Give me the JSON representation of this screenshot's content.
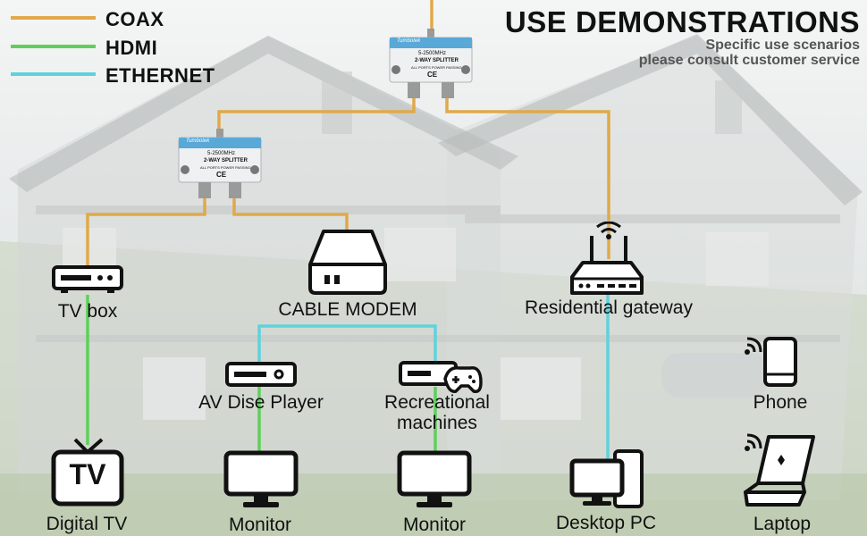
{
  "title": "USE DEMONSTRATIONS",
  "subtitle_line1": "Specific use scenarios",
  "subtitle_line2": "please consult customer service",
  "legend": [
    {
      "label": "COAX",
      "color": "#e0a94a"
    },
    {
      "label": "HDMI",
      "color": "#5ed05a"
    },
    {
      "label": "ETHERNET",
      "color": "#5fd2dc"
    }
  ],
  "splitter": {
    "brand": "Tumbotek",
    "freq": "5-2500MHz",
    "model": "2-WAY SPLITTER",
    "note": "ALL PORTS POWER PASSING",
    "mark": "CE"
  },
  "devices": {
    "tv_box": "TV box",
    "cable_modem": "CABLE MODEM",
    "gateway": "Residential gateway",
    "av_player": "AV Dise Player",
    "recreational_1": "Recreational",
    "recreational_2": "machines",
    "phone": "Phone",
    "digital_tv": "Digital TV",
    "tv_glyph": "TV",
    "monitor_1": "Monitor",
    "monitor_2": "Monitor",
    "desktop": "Desktop PC",
    "laptop": "Laptop"
  }
}
